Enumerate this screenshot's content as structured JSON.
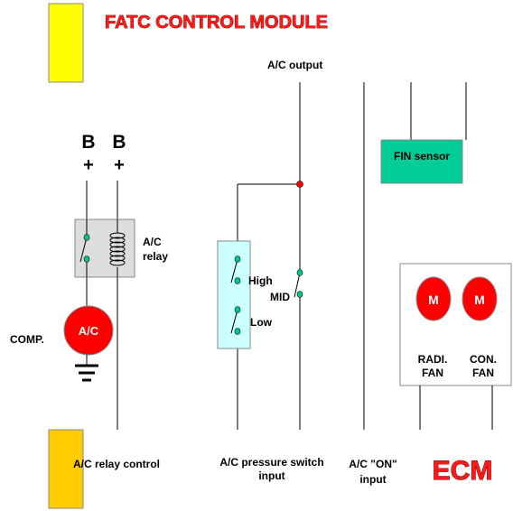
{
  "title": "FATC CONTROL MODULE",
  "battery_left": {
    "letter": "B",
    "sign": "+"
  },
  "battery_right": {
    "letter": "B",
    "sign": "+"
  },
  "ac_output_label": "A/C output",
  "fin_sensor_label": "FIN sensor",
  "ac_relay_label_line1": "A/C",
  "ac_relay_label_line2": "relay",
  "comp_label": "COMP.",
  "compressor_text": "A/C",
  "high_label": "High",
  "low_label": "Low",
  "mid_label": "MID",
  "fan_motor_left": "M",
  "fan_motor_right": "M",
  "radi_fan_line1": "RADI.",
  "radi_fan_line2": "FAN",
  "con_fan_line1": "CON.",
  "con_fan_line2": "FAN",
  "ac_relay_control_label": "A/C relay control",
  "pressure_switch_line1": "A/C pressure switch",
  "pressure_switch_line2": "input",
  "ac_on_line1": "A/C \"ON\"",
  "ac_on_line2": "input",
  "ecm_label": "ECM",
  "colors": {
    "fatc_block": "#ffff00",
    "ecm_block": "#ffcc00",
    "title": "#ff1a1a",
    "fin_sensor": "#00cc99",
    "relay_box": "#dddddd",
    "pressure_switch_box": "#ccffff",
    "motor": "#ff0000",
    "switch_contact": "#00c88c"
  }
}
